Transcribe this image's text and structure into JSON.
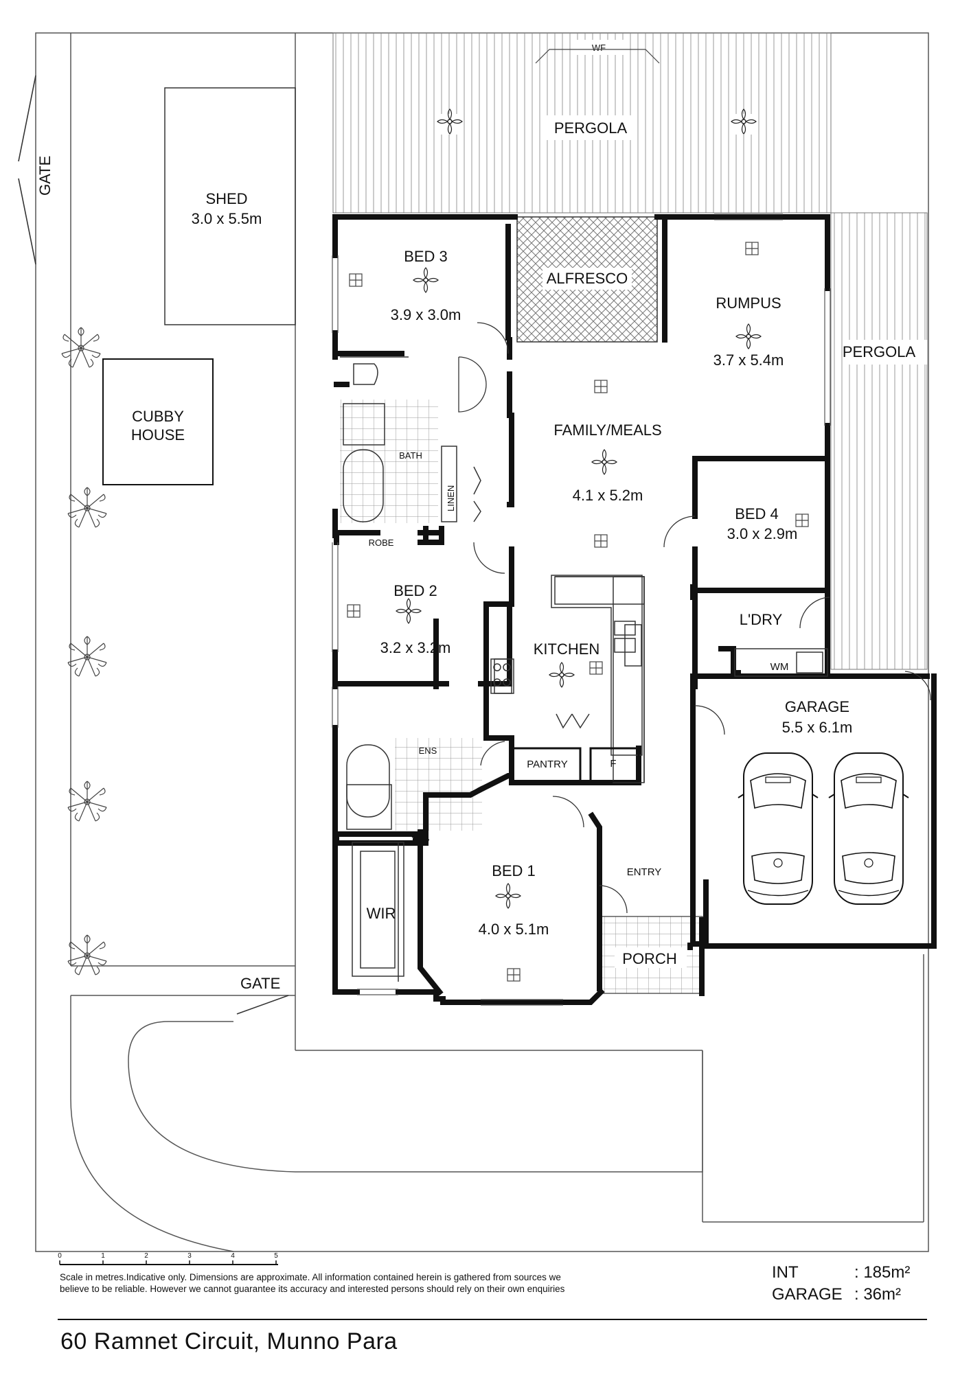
{
  "rooms": {
    "pergola_top": "PERGOLA",
    "pergola_side": "PERGOLA",
    "wf": "WF",
    "shed": {
      "name": "SHED",
      "dim": "3.0 x 5.5m"
    },
    "gate_left": "GATE",
    "gate_bottom": "GATE",
    "cubby": {
      "line1": "CUBBY",
      "line2": "HOUSE"
    },
    "bed3": {
      "name": "BED 3",
      "dim": "3.9 x 3.0m"
    },
    "alfresco": "ALFRESCO",
    "rumpus": {
      "name": "RUMPUS",
      "dim": "3.7 x 5.4m"
    },
    "family": {
      "name": "FAMILY/MEALS",
      "dim": "4.1 x 5.2m"
    },
    "bath": "BATH",
    "linen": "LINEN",
    "robe": "ROBE",
    "bed2": {
      "name": "BED 2",
      "dim": "3.2 x 3.2m"
    },
    "bed4": {
      "name": "BED 4",
      "dim": "3.0 x 2.9m"
    },
    "laundry": "L'DRY",
    "wm": "WM",
    "kitchen": "KITCHEN",
    "garage": {
      "name": "GARAGE",
      "dim": "5.5 x 6.1m"
    },
    "ens": "ENS",
    "pantry": "PANTRY",
    "fridge": "F",
    "wir": "WIR",
    "bed1": {
      "name": "BED 1",
      "dim": "4.0 x 5.1m"
    },
    "entry": "ENTRY",
    "porch": "PORCH"
  },
  "scale": {
    "ticks": [
      "0",
      "1",
      "2",
      "3",
      "4",
      "5"
    ],
    "note_line1": "Scale in metres.Indicative only. Dimensions are approximate. All information contained herein is gathered from sources we",
    "note_line2": "believe to be reliable. However we cannot guarantee its accuracy and interested persons should rely on their own enquiries"
  },
  "areas": {
    "int_label": "INT",
    "int_value": ": 185m²",
    "garage_label": "GARAGE",
    "garage_value": ": 36m²"
  },
  "address": "60 Ramnet Circuit, Munno Para"
}
